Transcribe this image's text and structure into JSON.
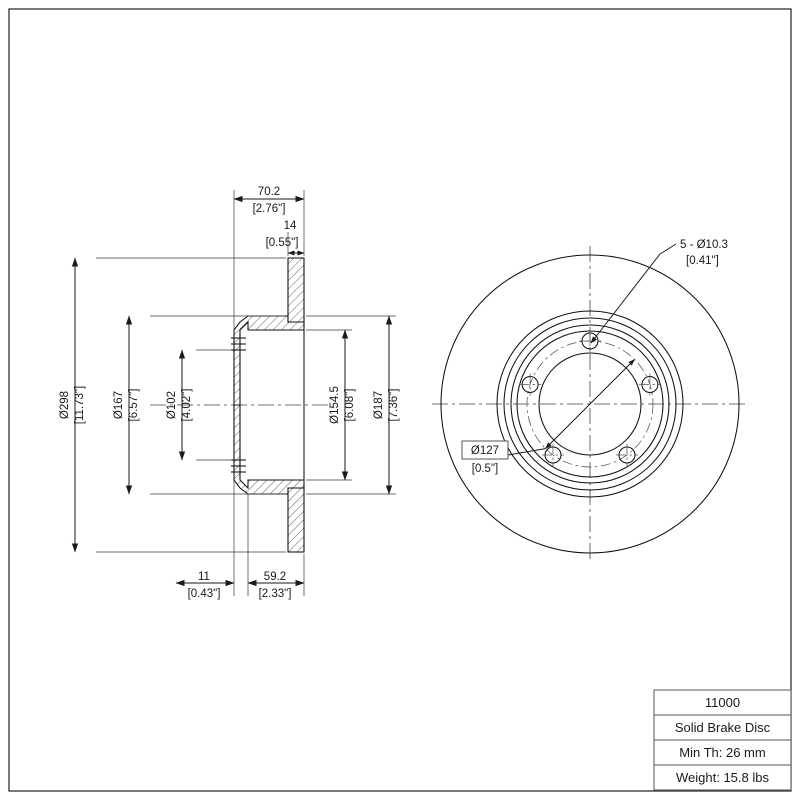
{
  "sheet": {
    "background_color": "#ffffff",
    "line_color": "#1a1a1a",
    "border_color": "#333333"
  },
  "section_view": {
    "name": "cross-section-side-view",
    "dimensions": {
      "overall_diameter": {
        "metric": "Ø298",
        "imperial": "[11.73\"]"
      },
      "hub_flange_diameter": {
        "metric": "Ø167",
        "imperial": "[6.57\"]"
      },
      "center_bore_diameter": {
        "metric": "Ø102",
        "imperial": "[4.02\"]"
      },
      "inner_disc_diameter": {
        "metric": "Ø154.5",
        "imperial": "[6.08\"]"
      },
      "outer_hub_diameter": {
        "metric": "Ø187",
        "imperial": "[7.36\"]"
      },
      "overall_width": {
        "metric": "70.2",
        "imperial": "[2.76\"]"
      },
      "disc_thickness": {
        "metric": "14",
        "imperial": "[0.55\"]"
      },
      "flange_thickness": {
        "metric": "11",
        "imperial": "[0.43\"]"
      },
      "hub_offset": {
        "metric": "59.2",
        "imperial": "[2.33\"]"
      }
    }
  },
  "front_view": {
    "name": "front-face-view",
    "callouts": {
      "bolt_holes": {
        "label": "5 - Ø10.3",
        "imperial": "[0.41\"]"
      },
      "bolt_circle": {
        "label": "Ø127",
        "imperial": "[0.5\"]"
      }
    },
    "bolt_hole_count": 5
  },
  "title_block": {
    "name": "title-block",
    "rows": [
      {
        "key": "part_number",
        "value": "11000"
      },
      {
        "key": "description",
        "value": "Solid Brake Disc"
      },
      {
        "key": "min_thickness",
        "value": "Min Th: 26 mm"
      },
      {
        "key": "weight",
        "value": "Weight: 15.8 lbs"
      }
    ]
  }
}
